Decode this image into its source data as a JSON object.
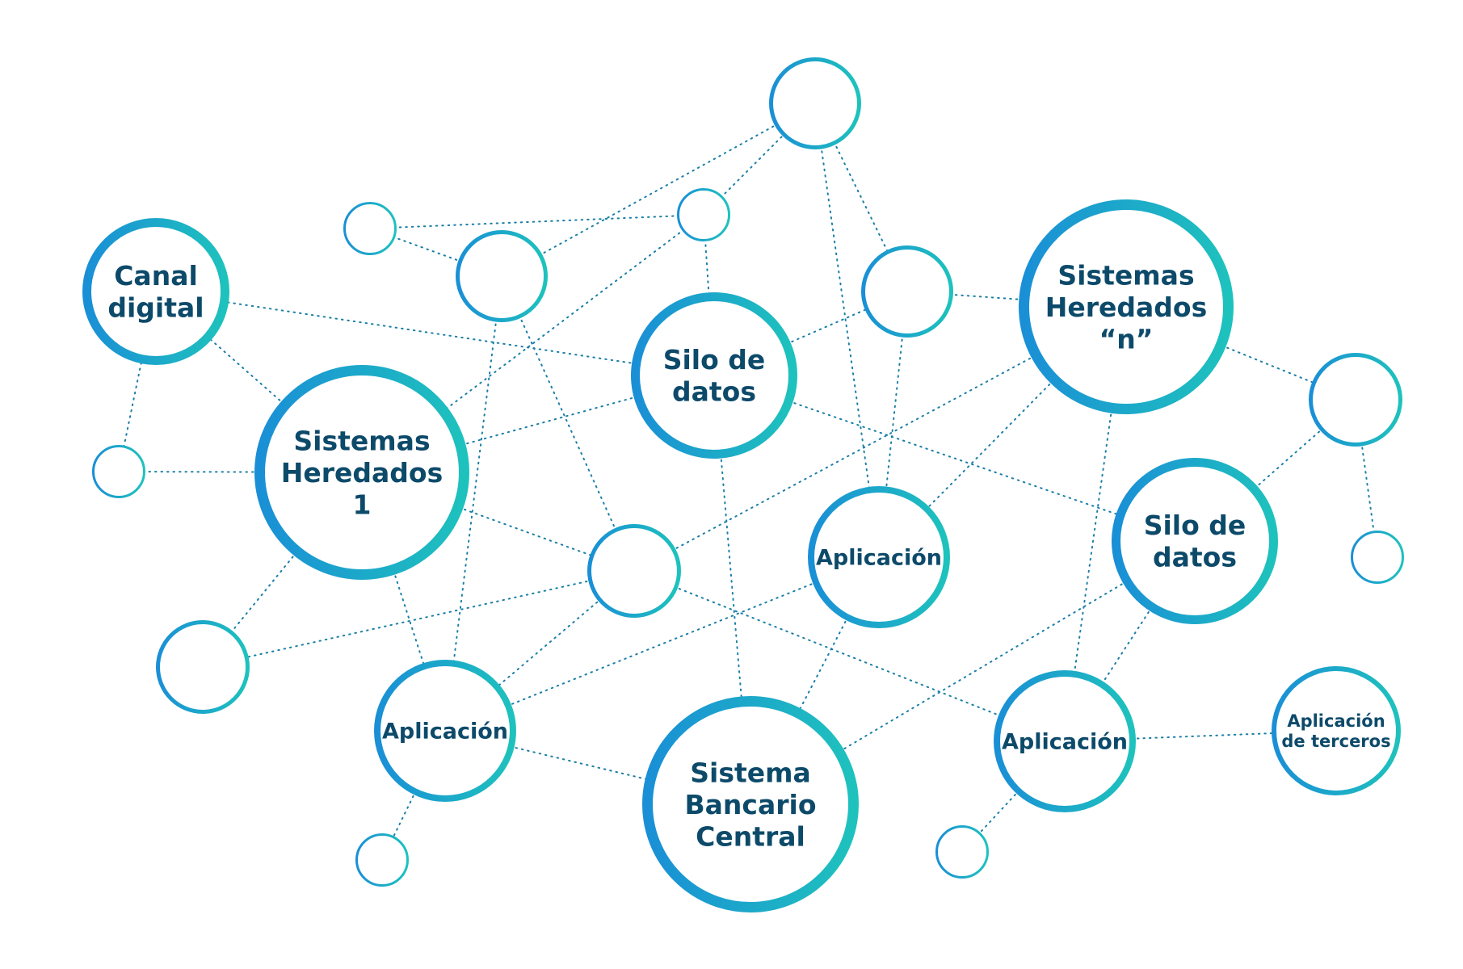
{
  "diagram": {
    "gradient": {
      "from": "#1a8fd6",
      "to": "#1ec2bd"
    },
    "label_color": "#0d4a6a",
    "edge_color": "#1b7fa6",
    "nodes": [
      {
        "id": "canal-digital",
        "lines": [
          "Canal",
          "digital"
        ]
      },
      {
        "id": "sistemas-heredados-1",
        "lines": [
          "Sistemas",
          "Heredados",
          "1"
        ]
      },
      {
        "id": "silo-de-datos-1",
        "lines": [
          "Silo de",
          "datos"
        ]
      },
      {
        "id": "sistemas-heredados-n",
        "lines": [
          "Sistemas",
          "Heredados",
          "“n”"
        ]
      },
      {
        "id": "silo-de-datos-2",
        "lines": [
          "Silo de",
          "datos"
        ]
      },
      {
        "id": "aplicacion-center",
        "lines": [
          "Aplicación"
        ]
      },
      {
        "id": "aplicacion-left",
        "lines": [
          "Aplicación"
        ]
      },
      {
        "id": "aplicacion-right",
        "lines": [
          "Aplicación"
        ]
      },
      {
        "id": "aplicacion-terceros",
        "lines": [
          "Aplicación",
          "de terceros"
        ]
      },
      {
        "id": "sistema-bancario-central",
        "lines": [
          "Sistema",
          "Bancario",
          "Central"
        ]
      },
      {
        "id": "empty-top",
        "lines": []
      },
      {
        "id": "empty-small-top",
        "lines": []
      },
      {
        "id": "empty-top-left",
        "lines": []
      },
      {
        "id": "empty-mid-left",
        "lines": []
      },
      {
        "id": "empty-left",
        "lines": []
      },
      {
        "id": "empty-right-top",
        "lines": []
      },
      {
        "id": "empty-far-right",
        "lines": []
      },
      {
        "id": "empty-small-far-right",
        "lines": []
      },
      {
        "id": "empty-lower-left",
        "lines": []
      },
      {
        "id": "empty-middle",
        "lines": []
      },
      {
        "id": "empty-bottom-left",
        "lines": []
      },
      {
        "id": "empty-bottom-right",
        "lines": []
      }
    ],
    "edges": [
      [
        "canal-digital",
        "empty-left"
      ],
      [
        "canal-digital",
        "sistemas-heredados-1"
      ],
      [
        "canal-digital",
        "silo-de-datos-1"
      ],
      [
        "empty-left",
        "sistemas-heredados-1"
      ],
      [
        "empty-small-top",
        "empty-top-left"
      ],
      [
        "empty-small-top",
        "sistemas-heredados-1"
      ],
      [
        "empty-small-top",
        "empty-top"
      ],
      [
        "empty-small-top",
        "silo-de-datos-1"
      ],
      [
        "empty-mid-left",
        "empty-top"
      ],
      [
        "empty-mid-left",
        "aplicacion-left"
      ],
      [
        "empty-mid-left",
        "empty-middle"
      ],
      [
        "empty-top",
        "empty-right-top"
      ],
      [
        "empty-top",
        "aplicacion-center"
      ],
      [
        "empty-top-left",
        "empty-mid-left"
      ],
      [
        "sistemas-heredados-1",
        "silo-de-datos-1"
      ],
      [
        "sistemas-heredados-1",
        "empty-middle"
      ],
      [
        "sistemas-heredados-1",
        "empty-lower-left"
      ],
      [
        "sistemas-heredados-1",
        "aplicacion-left"
      ],
      [
        "silo-de-datos-1",
        "empty-right-top"
      ],
      [
        "silo-de-datos-1",
        "silo-de-datos-2"
      ],
      [
        "silo-de-datos-1",
        "sistema-bancario-central"
      ],
      [
        "empty-right-top",
        "sistemas-heredados-n"
      ],
      [
        "empty-right-top",
        "aplicacion-center"
      ],
      [
        "sistemas-heredados-n",
        "empty-middle"
      ],
      [
        "sistemas-heredados-n",
        "aplicacion-center"
      ],
      [
        "sistemas-heredados-n",
        "aplicacion-right"
      ],
      [
        "sistemas-heredados-n",
        "empty-far-right"
      ],
      [
        "empty-far-right",
        "silo-de-datos-2"
      ],
      [
        "empty-far-right",
        "empty-small-far-right"
      ],
      [
        "empty-middle",
        "empty-lower-left"
      ],
      [
        "empty-middle",
        "aplicacion-right"
      ],
      [
        "empty-middle",
        "aplicacion-left"
      ],
      [
        "aplicacion-center",
        "aplicacion-left"
      ],
      [
        "aplicacion-center",
        "sistema-bancario-central"
      ],
      [
        "silo-de-datos-2",
        "sistema-bancario-central"
      ],
      [
        "silo-de-datos-2",
        "aplicacion-right"
      ],
      [
        "aplicacion-left",
        "sistema-bancario-central"
      ],
      [
        "aplicacion-left",
        "empty-bottom-left"
      ],
      [
        "aplicacion-right",
        "aplicacion-terceros"
      ],
      [
        "aplicacion-right",
        "empty-bottom-right"
      ]
    ]
  }
}
